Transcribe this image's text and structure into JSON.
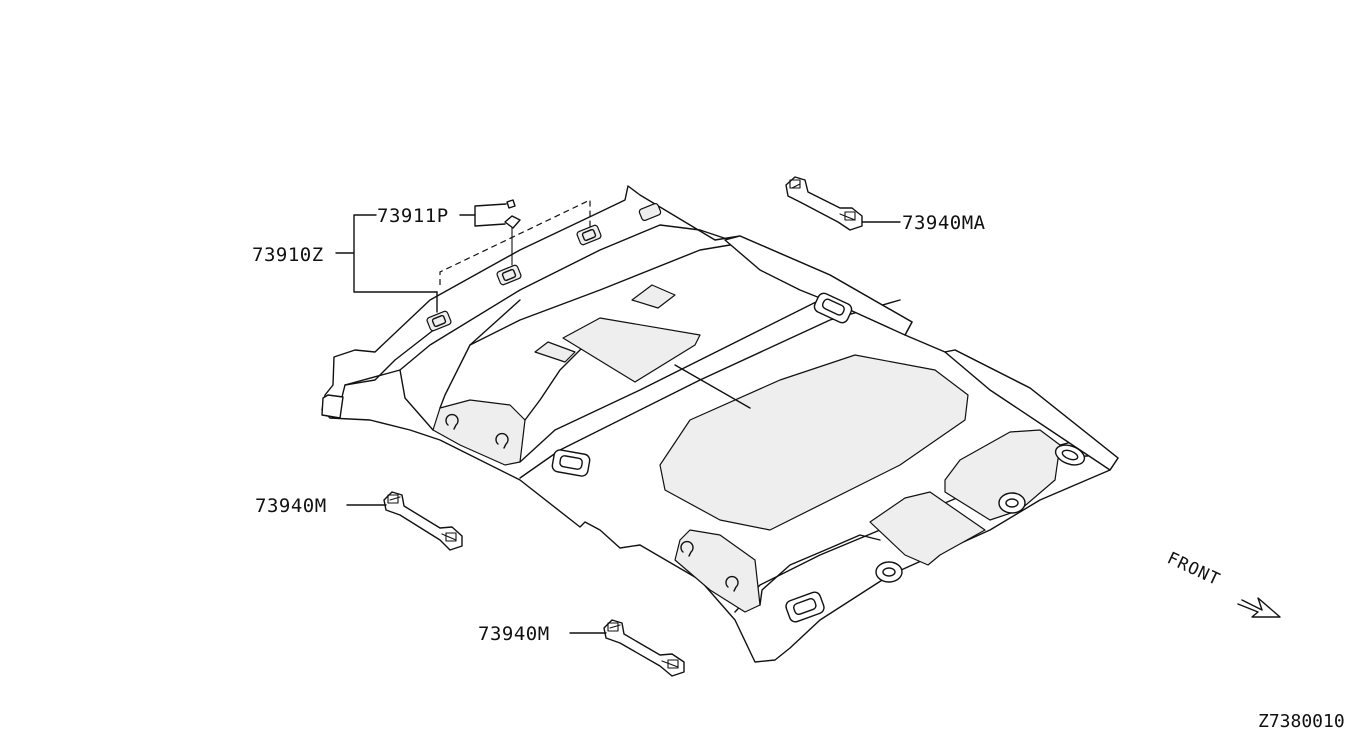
{
  "parts": {
    "headlining": "73910Z",
    "clip": "73911P",
    "grip_rear": "73940MA",
    "grip_left_front": "73940M",
    "grip_left_rear": "73940M"
  },
  "direction_label": "FRONT",
  "diagram_code": "Z7380010"
}
